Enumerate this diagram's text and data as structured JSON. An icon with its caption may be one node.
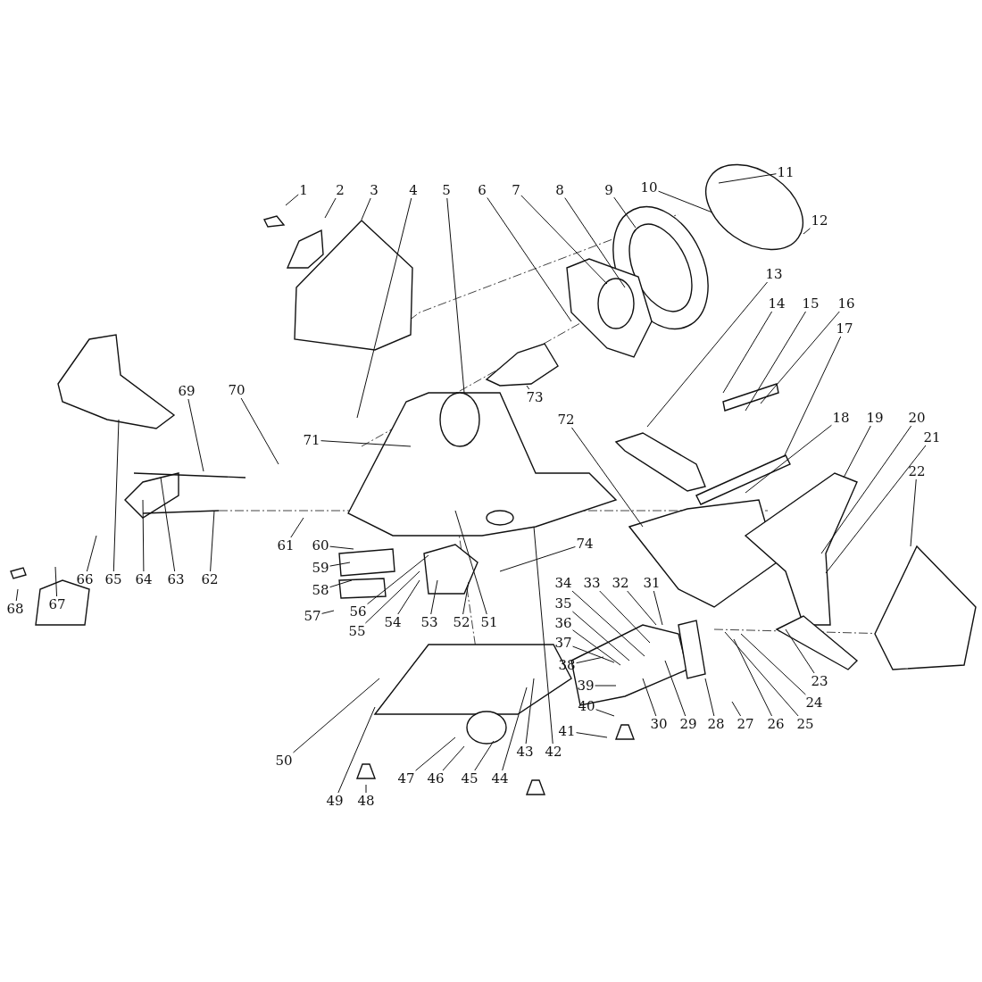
{
  "diagram": {
    "nodes": [
      {
        "text": [
          "1"
        ]
      },
      {
        "text": [
          "2"
        ]
      },
      {
        "text": [
          "3"
        ]
      },
      {
        "text": [
          "4"
        ]
      },
      {
        "text": [
          "5"
        ]
      },
      {
        "text": [
          "6"
        ]
      },
      {
        "text": [
          "7"
        ]
      },
      {
        "text": [
          "8"
        ]
      },
      {
        "text": [
          "9"
        ]
      },
      {
        "text": [
          "10"
        ]
      },
      {
        "text": [
          "11"
        ]
      },
      {
        "text": [
          "12"
        ]
      },
      {
        "text": [
          "13"
        ]
      },
      {
        "text": [
          "14"
        ]
      },
      {
        "text": [
          "15"
        ]
      },
      {
        "text": [
          "16"
        ]
      },
      {
        "text": [
          "17"
        ]
      },
      {
        "text": [
          "18"
        ]
      },
      {
        "text": [
          "19"
        ]
      },
      {
        "text": [
          "20"
        ]
      },
      {
        "text": [
          "21"
        ]
      },
      {
        "text": [
          "22"
        ]
      },
      {
        "text": [
          "23"
        ]
      },
      {
        "text": [
          "24"
        ]
      },
      {
        "text": [
          "25"
        ]
      },
      {
        "text": [
          "26"
        ]
      },
      {
        "text": [
          "27"
        ]
      },
      {
        "text": [
          "28"
        ]
      },
      {
        "text": [
          "29"
        ]
      },
      {
        "text": [
          "30"
        ]
      },
      {
        "text": [
          "31"
        ]
      },
      {
        "text": [
          "32"
        ]
      },
      {
        "text": [
          "33"
        ]
      },
      {
        "text": [
          "34"
        ]
      },
      {
        "text": [
          "35"
        ]
      },
      {
        "text": [
          "36"
        ]
      },
      {
        "text": [
          "37"
        ]
      },
      {
        "text": [
          "38"
        ]
      },
      {
        "text": [
          "39"
        ]
      },
      {
        "text": [
          "40"
        ]
      },
      {
        "text": [
          "41"
        ]
      },
      {
        "text": [
          "42"
        ]
      },
      {
        "text": [
          "43"
        ]
      },
      {
        "text": [
          "44"
        ]
      },
      {
        "text": [
          "45"
        ]
      },
      {
        "text": [
          "46"
        ]
      },
      {
        "text": [
          "47"
        ]
      },
      {
        "text": [
          "48"
        ]
      },
      {
        "text": [
          "49"
        ]
      },
      {
        "text": [
          "50"
        ]
      },
      {
        "text": [
          "51"
        ]
      },
      {
        "text": [
          "52"
        ]
      },
      {
        "text": [
          "53"
        ]
      },
      {
        "text": [
          "54"
        ]
      },
      {
        "text": [
          "55"
        ]
      },
      {
        "text": [
          "56"
        ]
      },
      {
        "text": [
          "57"
        ]
      },
      {
        "text": [
          "58"
        ]
      },
      {
        "text": [
          "59"
        ]
      },
      {
        "text": [
          "60"
        ]
      },
      {
        "text": [
          "61"
        ]
      },
      {
        "text": [
          "62"
        ]
      },
      {
        "text": [
          "63"
        ]
      },
      {
        "text": [
          "64"
        ]
      },
      {
        "text": [
          "65"
        ]
      },
      {
        "text": [
          "66"
        ]
      },
      {
        "text": [
          "67"
        ]
      },
      {
        "text": [
          "68"
        ]
      },
      {
        "text": [
          "69"
        ]
      },
      {
        "text": [
          "70"
        ]
      },
      {
        "text": [
          "71"
        ]
      },
      {
        "text": [
          "72"
        ]
      },
      {
        "text": [
          "73"
        ]
      },
      {
        "text": [
          "74"
        ]
      }
    ],
    "edges": [
      {
        "from": 0,
        "to": null,
        "arrow": "none"
      },
      {
        "from": 1,
        "to": null,
        "arrow": "none"
      },
      {
        "from": 2,
        "to": null,
        "arrow": "none"
      },
      {
        "from": 3,
        "to": null,
        "arrow": "none"
      },
      {
        "from": 4,
        "to": null,
        "arrow": "none"
      },
      {
        "from": 5,
        "to": null,
        "arrow": "none"
      },
      {
        "from": 6,
        "to": null,
        "arrow": "none"
      },
      {
        "from": 7,
        "to": null,
        "arrow": "none"
      },
      {
        "from": 8,
        "to": null,
        "arrow": "none"
      },
      {
        "from": 9,
        "to": null,
        "arrow": "none"
      },
      {
        "from": 10,
        "to": null,
        "arrow": "none"
      },
      {
        "from": 11,
        "to": null,
        "arrow": "none"
      },
      {
        "from": 12,
        "to": null,
        "arrow": "none"
      },
      {
        "from": 13,
        "to": null,
        "arrow": "none"
      },
      {
        "from": 14,
        "to": null,
        "arrow": "none"
      },
      {
        "from": 15,
        "to": null,
        "arrow": "none"
      },
      {
        "from": 16,
        "to": null,
        "arrow": "none"
      },
      {
        "from": 17,
        "to": null,
        "arrow": "none"
      },
      {
        "from": 18,
        "to": null,
        "arrow": "none"
      },
      {
        "from": 19,
        "to": null,
        "arrow": "none"
      },
      {
        "from": 20,
        "to": null,
        "arrow": "none"
      },
      {
        "from": 21,
        "to": null,
        "arrow": "none"
      },
      {
        "from": 22,
        "to": null,
        "arrow": "none"
      },
      {
        "from": 23,
        "to": null,
        "arrow": "none"
      },
      {
        "from": 24,
        "to": null,
        "arrow": "none"
      },
      {
        "from": 25,
        "to": null,
        "arrow": "none"
      },
      {
        "from": 26,
        "to": null,
        "arrow": "none"
      },
      {
        "from": 27,
        "to": null,
        "arrow": "none"
      },
      {
        "from": 28,
        "to": null,
        "arrow": "none"
      },
      {
        "from": 29,
        "to": null,
        "arrow": "none"
      },
      {
        "from": 30,
        "to": null,
        "arrow": "none"
      },
      {
        "from": 31,
        "to": null,
        "arrow": "none"
      },
      {
        "from": 32,
        "to": null,
        "arrow": "none"
      },
      {
        "from": 33,
        "to": null,
        "arrow": "none"
      },
      {
        "from": 34,
        "to": null,
        "arrow": "none"
      },
      {
        "from": 35,
        "to": null,
        "arrow": "none"
      },
      {
        "from": 36,
        "to": null,
        "arrow": "none"
      },
      {
        "from": 37,
        "to": null,
        "arrow": "none"
      },
      {
        "from": 38,
        "to": null,
        "arrow": "none"
      },
      {
        "from": 39,
        "to": null,
        "arrow": "none"
      },
      {
        "from": 40,
        "to": null,
        "arrow": "none"
      },
      {
        "from": 41,
        "to": null,
        "arrow": "none"
      },
      {
        "from": 42,
        "to": null,
        "arrow": "none"
      },
      {
        "from": 43,
        "to": null,
        "arrow": "none"
      },
      {
        "from": 44,
        "to": null,
        "arrow": "none"
      },
      {
        "from": 45,
        "to": null,
        "arrow": "none"
      },
      {
        "from": 46,
        "to": null,
        "arrow": "none"
      },
      {
        "from": 47,
        "to": null,
        "arrow": "none"
      },
      {
        "from": 48,
        "to": null,
        "arrow": "none"
      },
      {
        "from": 49,
        "to": null,
        "arrow": "none"
      },
      {
        "from": 50,
        "to": null,
        "arrow": "none"
      },
      {
        "from": 51,
        "to": null,
        "arrow": "none"
      },
      {
        "from": 52,
        "to": null,
        "arrow": "none"
      },
      {
        "from": 53,
        "to": null,
        "arrow": "none"
      },
      {
        "from": 54,
        "to": null,
        "arrow": "none"
      },
      {
        "from": 55,
        "to": null,
        "arrow": "none"
      },
      {
        "from": 56,
        "to": null,
        "arrow": "none"
      },
      {
        "from": 57,
        "to": null,
        "arrow": "none"
      },
      {
        "from": 58,
        "to": null,
        "arrow": "none"
      },
      {
        "from": 59,
        "to": null,
        "arrow": "none"
      },
      {
        "from": 60,
        "to": null,
        "arrow": "none"
      },
      {
        "from": 61,
        "to": null,
        "arrow": "none"
      },
      {
        "from": 62,
        "to": null,
        "arrow": "none"
      },
      {
        "from": 63,
        "to": null,
        "arrow": "none"
      },
      {
        "from": 64,
        "to": null,
        "arrow": "none"
      },
      {
        "from": 65,
        "to": null,
        "arrow": "none"
      },
      {
        "from": 66,
        "to": null,
        "arrow": "none"
      },
      {
        "from": 67,
        "to": null,
        "arrow": "none"
      },
      {
        "from": 68,
        "to": null,
        "arrow": "none"
      },
      {
        "from": 69,
        "to": null,
        "arrow": "none"
      },
      {
        "from": 70,
        "to": null,
        "arrow": "none"
      },
      {
        "from": 71,
        "to": null,
        "arrow": "none"
      },
      {
        "from": 72,
        "to": null,
        "arrow": "none"
      },
      {
        "from": 73,
        "to": null,
        "arrow": "none"
      }
    ]
  }
}
